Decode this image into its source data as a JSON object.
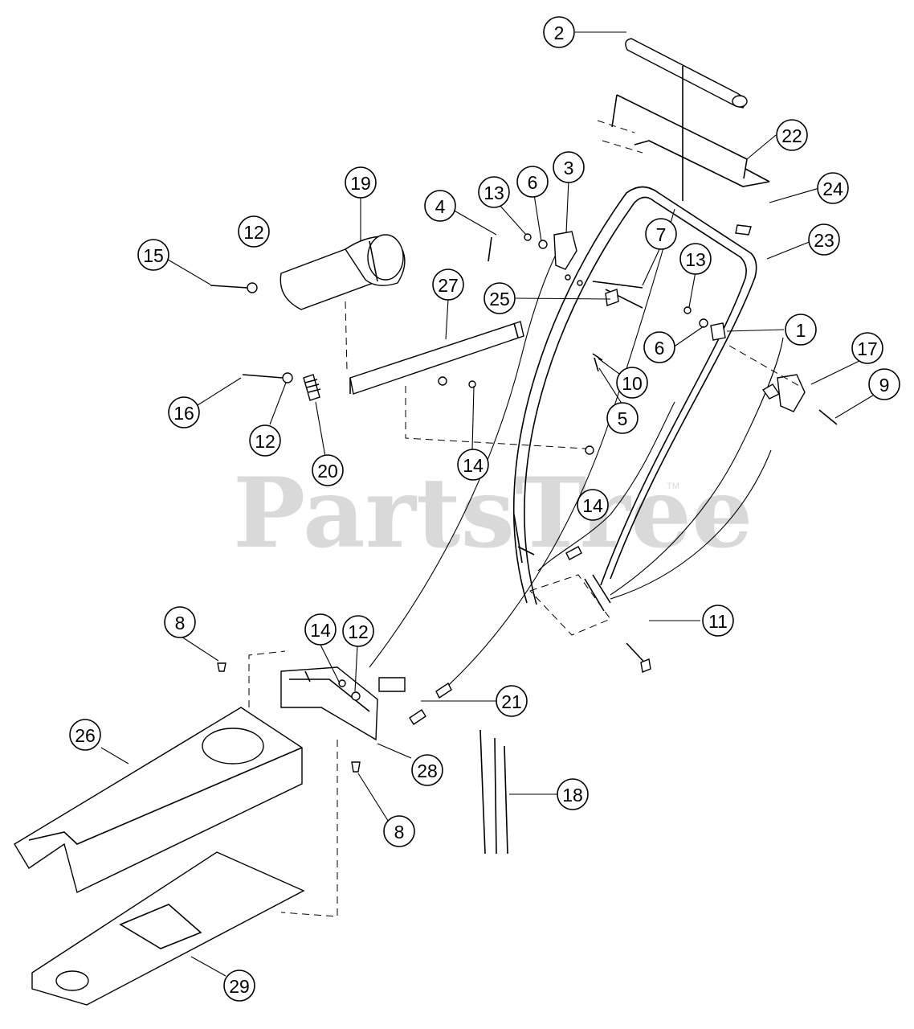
{
  "watermark": {
    "text": "PartsTree",
    "mark": "TM"
  },
  "callouts": [
    {
      "id": "c2",
      "label": "2"
    },
    {
      "id": "c22",
      "label": "22"
    },
    {
      "id": "c24",
      "label": "24"
    },
    {
      "id": "c23",
      "label": "23"
    },
    {
      "id": "c19",
      "label": "19"
    },
    {
      "id": "c12a",
      "label": "12"
    },
    {
      "id": "c15",
      "label": "15"
    },
    {
      "id": "c13a",
      "label": "13"
    },
    {
      "id": "c6a",
      "label": "6"
    },
    {
      "id": "c3",
      "label": "3"
    },
    {
      "id": "c4",
      "label": "4"
    },
    {
      "id": "c7",
      "label": "7"
    },
    {
      "id": "c13b",
      "label": "13"
    },
    {
      "id": "c27",
      "label": "27"
    },
    {
      "id": "c25",
      "label": "25"
    },
    {
      "id": "c1",
      "label": "1"
    },
    {
      "id": "c6b",
      "label": "6"
    },
    {
      "id": "c17",
      "label": "17"
    },
    {
      "id": "c10",
      "label": "10"
    },
    {
      "id": "c9",
      "label": "9"
    },
    {
      "id": "c16",
      "label": "16"
    },
    {
      "id": "c5",
      "label": "5"
    },
    {
      "id": "c12b",
      "label": "12"
    },
    {
      "id": "c20",
      "label": "20"
    },
    {
      "id": "c14a",
      "label": "14"
    },
    {
      "id": "c14b",
      "label": "14"
    },
    {
      "id": "c11",
      "label": "11"
    },
    {
      "id": "c8a",
      "label": "8"
    },
    {
      "id": "c14c",
      "label": "14"
    },
    {
      "id": "c12c",
      "label": "12"
    },
    {
      "id": "c21",
      "label": "21"
    },
    {
      "id": "c26",
      "label": "26"
    },
    {
      "id": "c28",
      "label": "28"
    },
    {
      "id": "c18",
      "label": "18"
    },
    {
      "id": "c8b",
      "label": "8"
    },
    {
      "id": "c29",
      "label": "29"
    }
  ]
}
